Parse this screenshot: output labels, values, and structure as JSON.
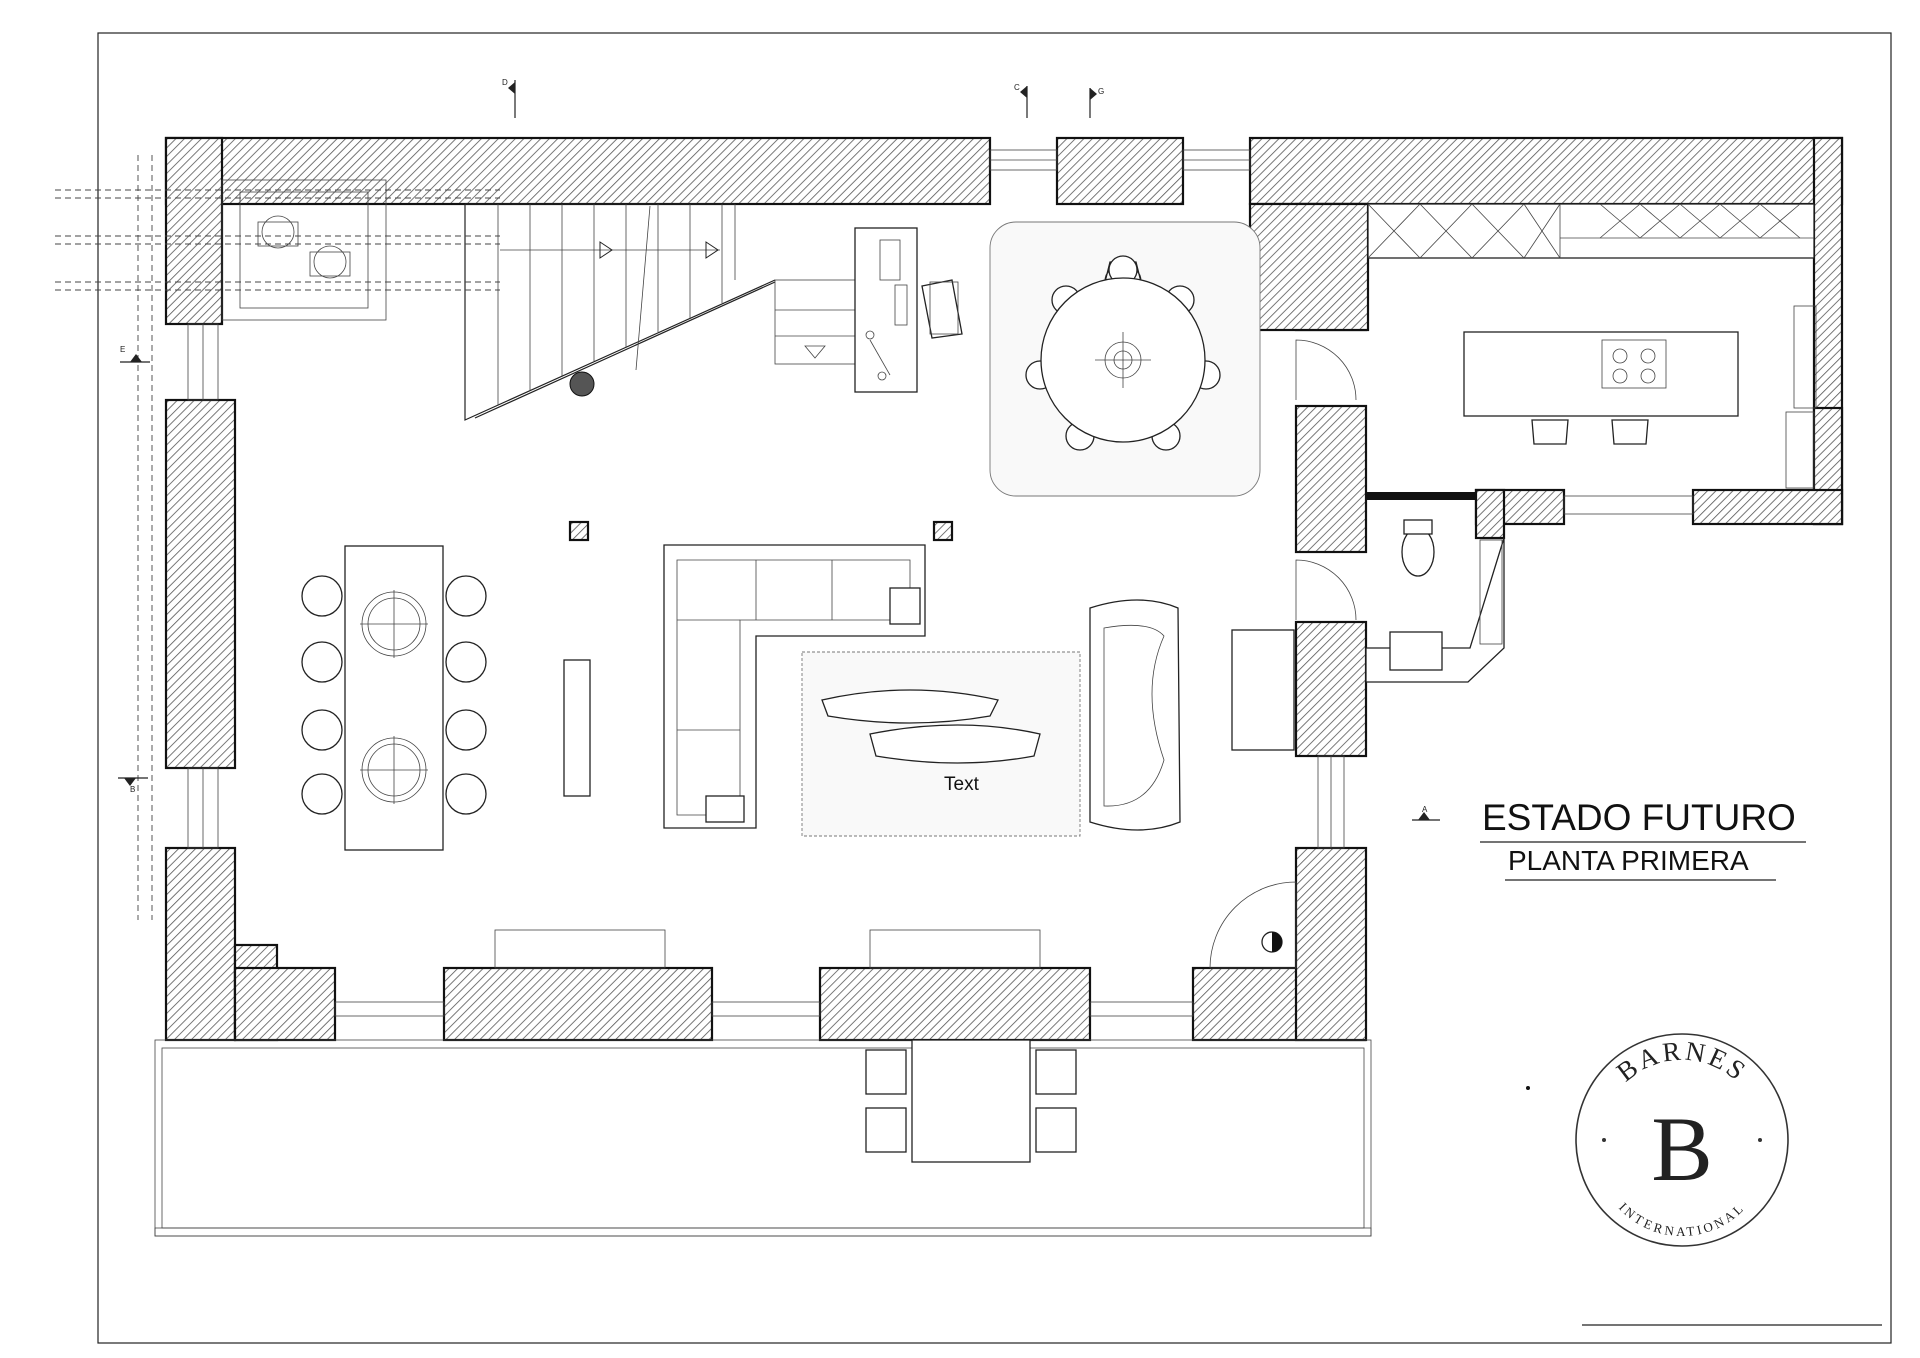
{
  "title": "ESTADO FUTURO",
  "subtitle": "PLANTA PRIMERA",
  "room_label": "Text",
  "section_marks": [
    "D",
    "C",
    "G",
    "E",
    "B",
    "A"
  ],
  "logo": {
    "name": "BARNES",
    "monogram": "B",
    "tagline": "INTERNATIONAL"
  },
  "colors": {
    "line": "#222222",
    "hatch": "#555555",
    "background": "#ffffff"
  }
}
